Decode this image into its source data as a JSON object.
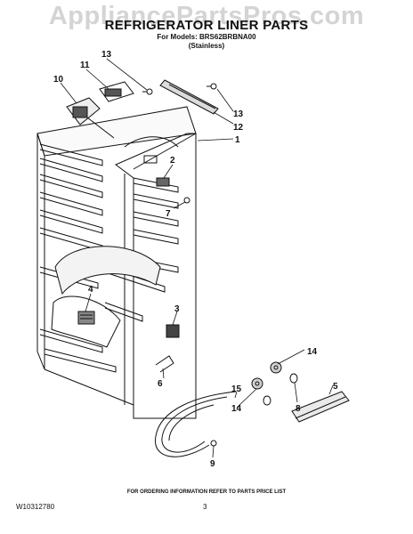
{
  "watermark": "AppliancePartsPros.com",
  "header": {
    "title": "REFRIGERATOR LINER PARTS",
    "models": "For Models: BRS62BRBNA00",
    "finish": "(Stainless)"
  },
  "callouts": {
    "c1": "1",
    "c2": "2",
    "c3": "3",
    "c4": "4",
    "c5": "5",
    "c6": "6",
    "c7": "7",
    "c8": "8",
    "c9": "9",
    "c10": "10",
    "c11": "11",
    "c12": "12",
    "c13a": "13",
    "c13b": "13",
    "c14a": "14",
    "c14b": "14",
    "c15": "15"
  },
  "footer": {
    "note": "FOR ORDERING INFORMATION REFER TO PARTS PRICE LIST",
    "doc_number": "W10312780",
    "page_number": "3"
  }
}
